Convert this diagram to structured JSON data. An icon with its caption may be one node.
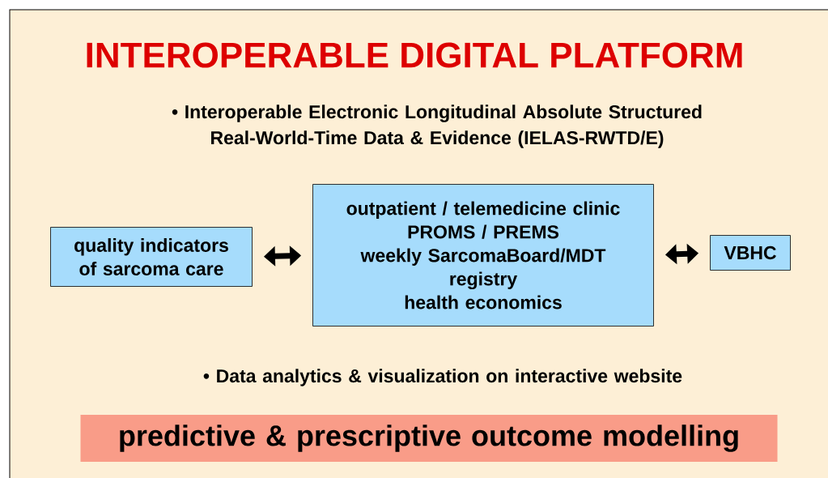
{
  "diagram": {
    "title": "INTEROPERABLE DIGITAL PLATFORM",
    "nodes": [
      {
        "text": [
          "quality indicators of sarcoma care"
        ]
      },
      {
        "text": [
          "outpatient / telemedicine clinic",
          "PROMS / PREMS",
          "weekly SarcomaBoard/MDT",
          "registry",
          "health economics"
        ]
      },
      {
        "text": [
          "VBHC"
        ]
      },
      {
        "text": [
          "predictive & prescriptive outcome modelling"
        ]
      }
    ],
    "edges": [
      {
        "from": 0,
        "to": 1,
        "arrow": "both"
      },
      {
        "from": 1,
        "to": 2,
        "arrow": "both"
      }
    ],
    "labels": [
      "• Interoperable Electronic Longitudinal Absolute Structured Real-World-Time Data & Evidence (IELAS-RWTD/E)",
      "• Data analytics & visualization on interactive website"
    ]
  }
}
